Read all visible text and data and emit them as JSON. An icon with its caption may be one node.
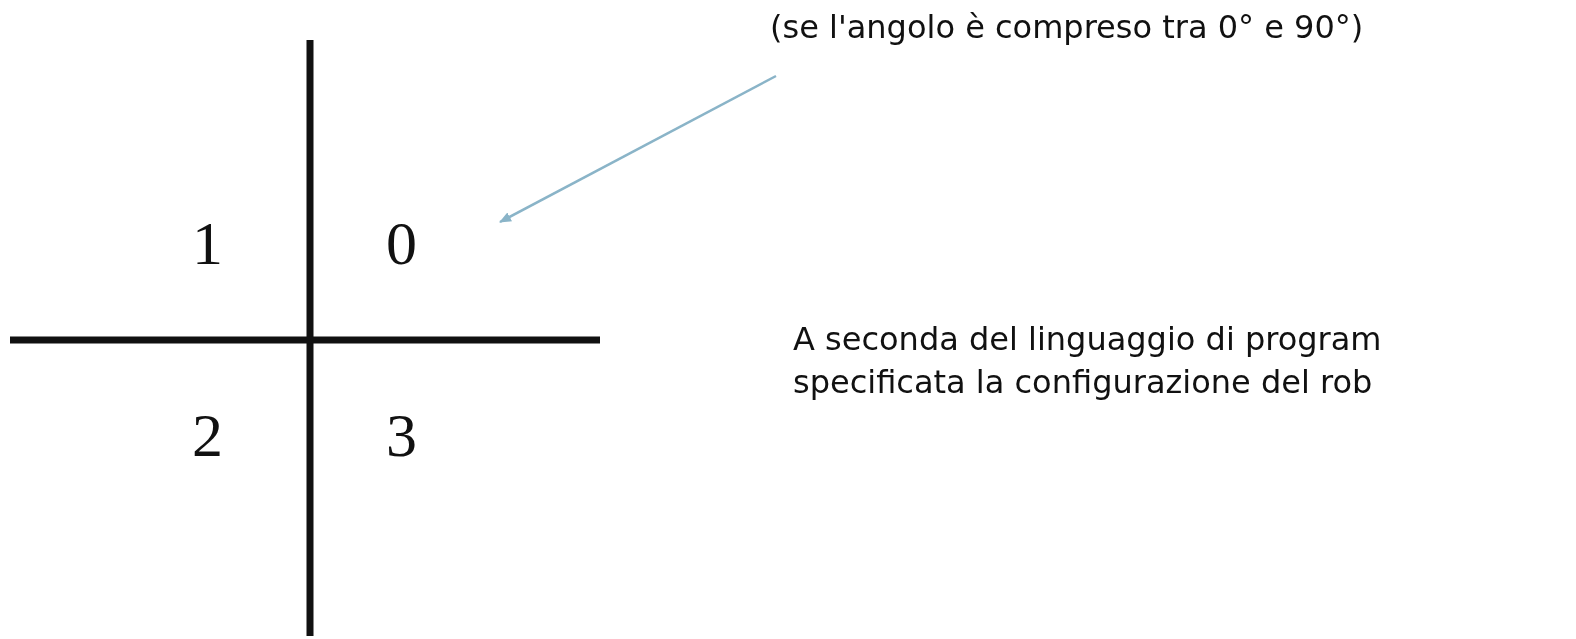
{
  "diagram": {
    "nodes": [
      {
        "text": [
          "(se l'angolo è compreso tra 0° e 90°)"
        ]
      },
      {
        "text": [
          "0"
        ]
      }
    ],
    "edges": [
      {
        "from": 0,
        "to": 1,
        "arrow": "to",
        "color": "#8ab4c8"
      }
    ],
    "labels": [
      "1",
      "2",
      "3",
      "A seconda del linguaggio di program specificata la configurazione del rob"
    ]
  }
}
